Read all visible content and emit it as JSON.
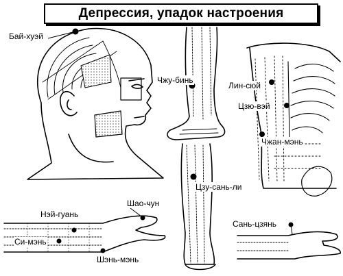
{
  "title": "Депрессия, упадок настроения",
  "points": {
    "bai_hui": "Бай-хуэй",
    "zhu_bin": "Чжу-бинь",
    "lin_xu": "Лин-сюй",
    "zu_wei": "Цзю-вэй",
    "zhang_men": "Чжан-мэнь",
    "zu_san_li": "Цзу-сань-ли",
    "shao_chong": "Шао-чун",
    "nei_guan": "Нэй-гуань",
    "shen_men": "Си-мэнь",
    "shen_men2": "Шэнь-мэнь",
    "san_jian": "Сань-цзянь"
  },
  "colors": {
    "ink": "#000000",
    "paper": "#ffffff"
  }
}
